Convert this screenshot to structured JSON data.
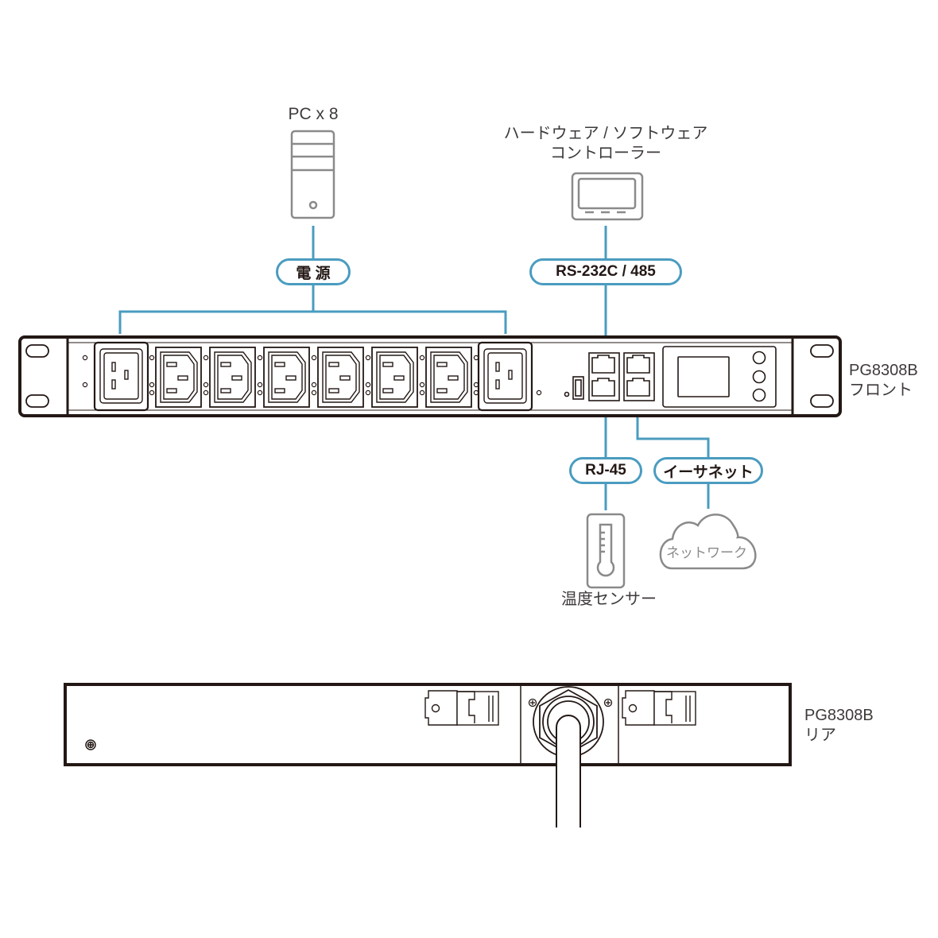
{
  "devices": {
    "pc": {
      "label": "PC x 8",
      "icon": "pc-tower-icon"
    },
    "controller": {
      "label_line1": "ハードウェア / ソフトウェア",
      "label_line2": "コントローラー",
      "icon": "controller-display-icon"
    },
    "sensor": {
      "label": "温度センサー",
      "icon": "thermometer-icon"
    },
    "network": {
      "label": "ネットワーク",
      "icon": "cloud-icon"
    }
  },
  "connections": {
    "power": "電 源",
    "serial": "RS-232C / 485",
    "rj45": "RJ-45",
    "ethernet": "イーサネット"
  },
  "units": {
    "front": {
      "model": "PG8308B",
      "view": "フロント",
      "outlets": [
        "C19",
        "C13",
        "C13",
        "C13",
        "C13",
        "C13",
        "C13",
        "C19"
      ]
    },
    "rear": {
      "model": "PG8308B",
      "view": "リア"
    }
  },
  "colors": {
    "connector": "#4a9cc0",
    "device_outline": "#888888",
    "hardware": "#231815"
  }
}
